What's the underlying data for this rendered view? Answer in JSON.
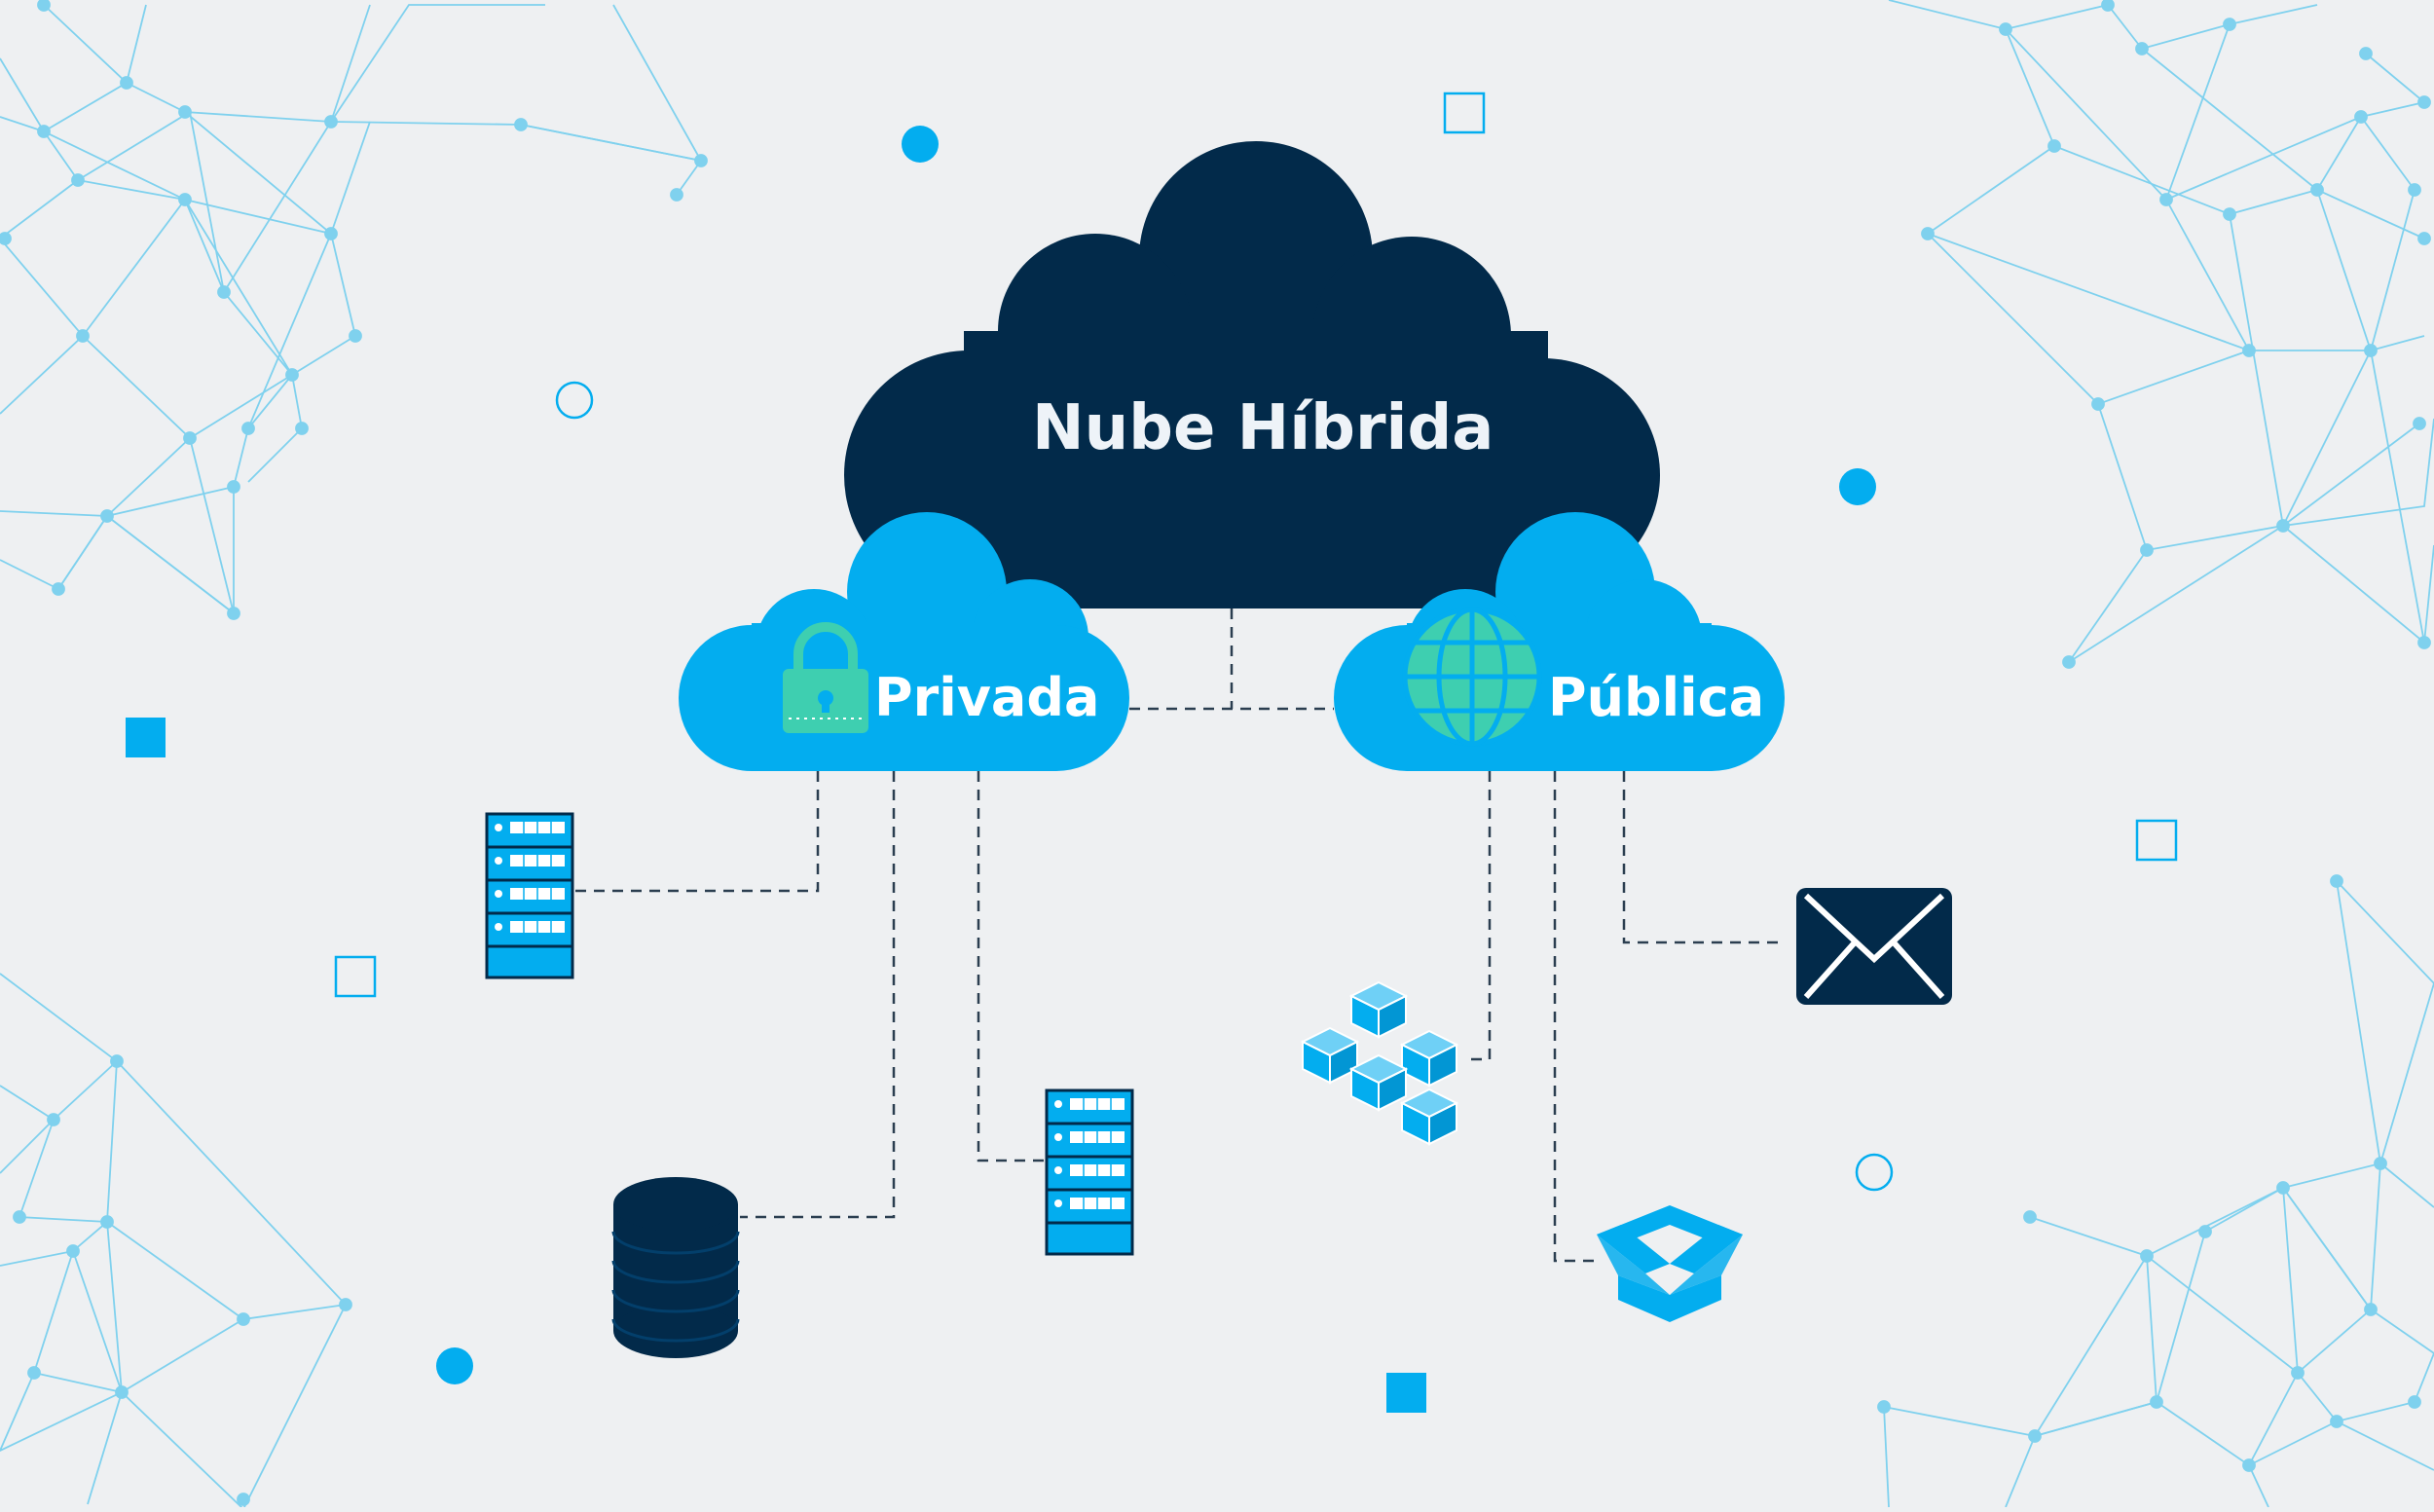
{
  "diagram": {
    "title": "Nube Híbrida",
    "branches": [
      {
        "label": "Privada",
        "icon": "padlock-icon",
        "connected": [
          "server-rack-icon",
          "database-icon",
          "server-rack-icon"
        ]
      },
      {
        "label": "Pública",
        "icon": "globe-icon",
        "connected": [
          "cubes-icon",
          "box-icon",
          "mail-envelope-icon"
        ]
      }
    ]
  },
  "colors": {
    "background": "#eef0f2",
    "main_cloud": "#022a4a",
    "sub_cloud": "#03adef",
    "accent_teal": "#3ecfb0",
    "network": "#7fd1ee",
    "connector": "#2b3e50"
  }
}
